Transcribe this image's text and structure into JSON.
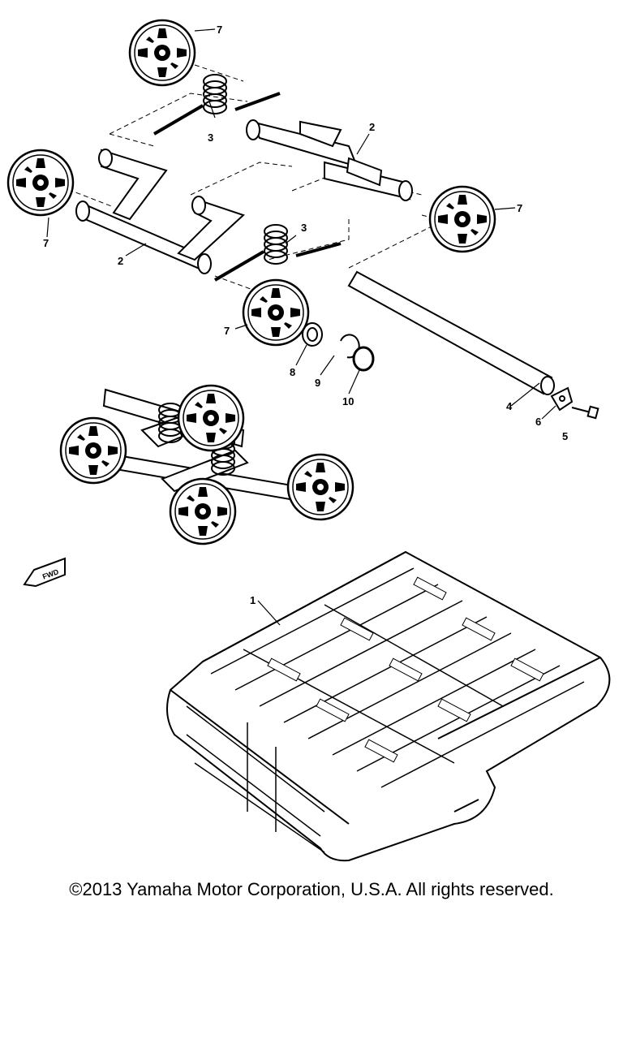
{
  "diagram": {
    "callouts": {
      "c1": "1",
      "c2a": "2",
      "c2b": "2",
      "c3a": "3",
      "c3b": "3",
      "c4": "4",
      "c5": "5",
      "c6": "6",
      "c7a": "7",
      "c7b": "7",
      "c7c": "7",
      "c7d": "7",
      "c8": "8",
      "c9": "9",
      "c10": "10"
    },
    "fwd_label": "FWD"
  },
  "footer": {
    "copyright": "©2013 Yamaha Motor Corporation, U.S.A. All rights reserved."
  },
  "colors": {
    "line": "#000000",
    "background": "#ffffff"
  }
}
